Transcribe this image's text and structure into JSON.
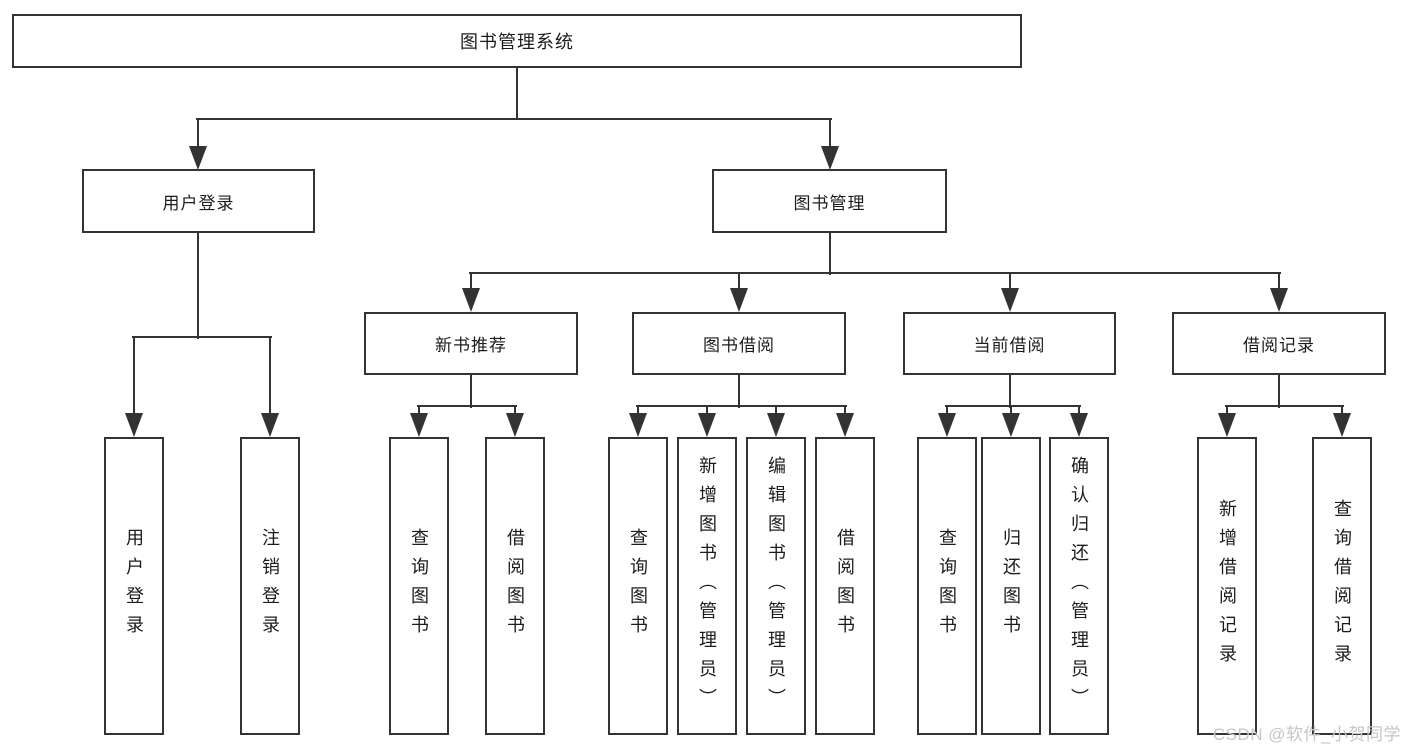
{
  "nodes": {
    "root": {
      "label": "图书管理系统"
    },
    "level2": [
      {
        "label": "用户登录"
      },
      {
        "label": "图书管理"
      }
    ],
    "level3": [
      {
        "label": "新书推荐"
      },
      {
        "label": "图书借阅"
      },
      {
        "label": "当前借阅"
      },
      {
        "label": "借阅记录"
      }
    ],
    "leaves_user_login": [
      {
        "label": "用户登录"
      },
      {
        "label": "注销登录"
      }
    ],
    "leaves_new_book": [
      {
        "label": "查询图书"
      },
      {
        "label": "借阅图书"
      }
    ],
    "leaves_book_borrow": [
      {
        "label": "查询图书"
      },
      {
        "label": "新增图书（管理员）"
      },
      {
        "label": "编辑图书（管理员）"
      },
      {
        "label": "借阅图书"
      }
    ],
    "leaves_current_borrow": [
      {
        "label": "查询图书"
      },
      {
        "label": "归还图书"
      },
      {
        "label": "确认归还（管理员）"
      }
    ],
    "leaves_borrow_records": [
      {
        "label": "新增借阅记录"
      },
      {
        "label": "查询借阅记录"
      }
    ]
  },
  "colors": {
    "line": "#333333",
    "box_border": "#333333",
    "text": "#1c1c1c",
    "watermark": "#c6c6cb"
  },
  "watermark": "CSDN @软件_小贺同学"
}
